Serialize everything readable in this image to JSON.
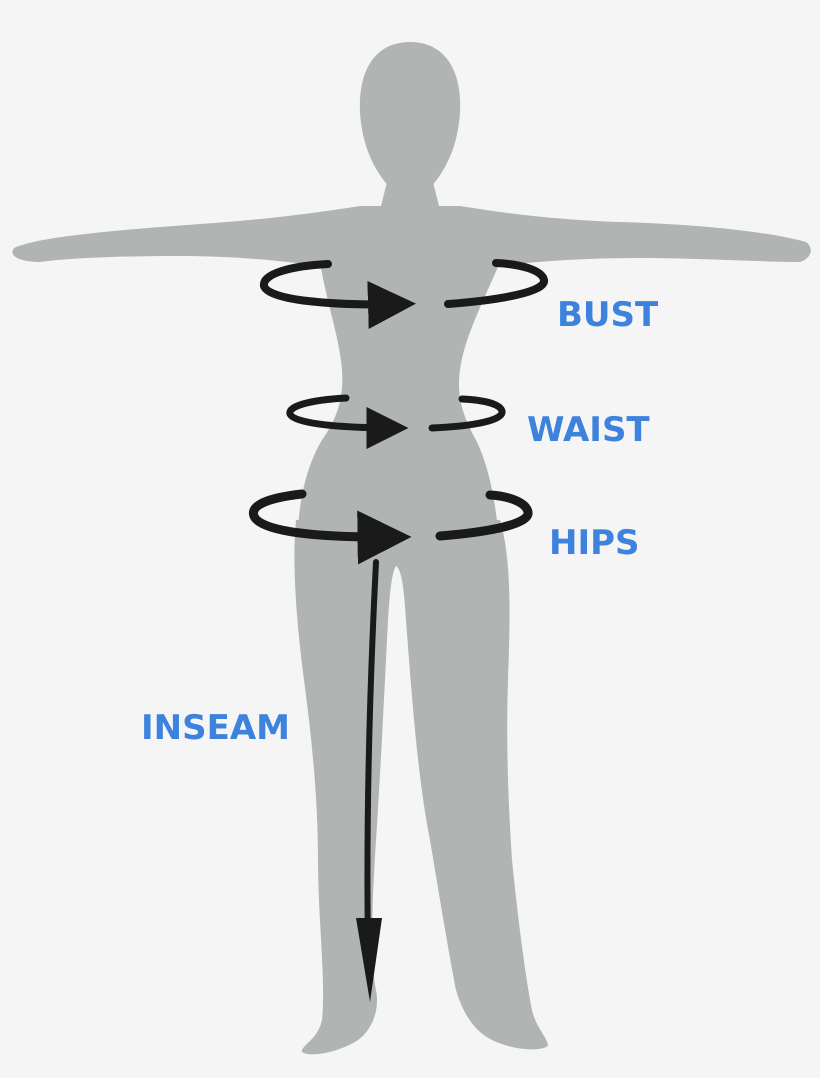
{
  "labels": {
    "bust": "BUST",
    "waist": "WAIST",
    "hips": "HIPS",
    "inseam": "INSEAM"
  },
  "colors": {
    "background": "#f5f5f5",
    "body": "#b0b5b3",
    "arrow": "#1a1a1a",
    "label": "#3d82dc"
  }
}
